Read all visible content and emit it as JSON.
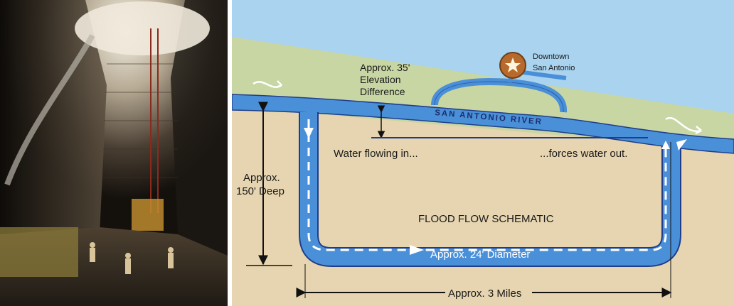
{
  "photo": {
    "description_icon": "tunnel-shaft-photo"
  },
  "diagram": {
    "labels": {
      "elevation": [
        "Approx. 35'",
        "Elevation",
        "Difference"
      ],
      "downtown": [
        "Downtown",
        "San Antonio"
      ],
      "river": "SAN ANTONIO RIVER",
      "inflow": "Water flowing in...",
      "outflow": "...forces water out.",
      "depth": [
        "Approx.",
        "150' Deep"
      ],
      "schematic_title": "FLOOD FLOW SCHEMATIC",
      "diameter": "Approx. 24' Diameter",
      "length": "Approx. 3 Miles"
    },
    "colors": {
      "sky": "#a9d3ee",
      "ground_surface": "#c8d6a4",
      "underground": "#e6d5b0",
      "water": "#4a90d9",
      "water_edge": "#1f3d8a",
      "star_badge": "#b86a2c"
    }
  }
}
